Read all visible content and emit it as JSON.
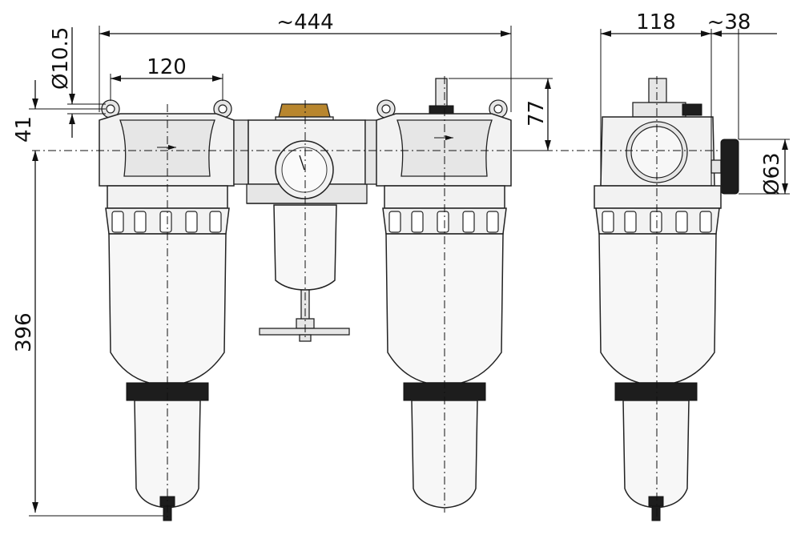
{
  "dimensions": {
    "overall_width": "~444",
    "unit_width": "120",
    "hole_diameter": "Ø10.5",
    "mount_height": "41",
    "overall_height": "396",
    "port_height": "77",
    "side_depth": "118",
    "gauge_offset": "~38",
    "gauge_diameter": "Ø63"
  },
  "colors": {
    "line": "#111111",
    "body": "#f2f2f2",
    "brass": "#b8862e",
    "ring": "#1d1d1d"
  }
}
